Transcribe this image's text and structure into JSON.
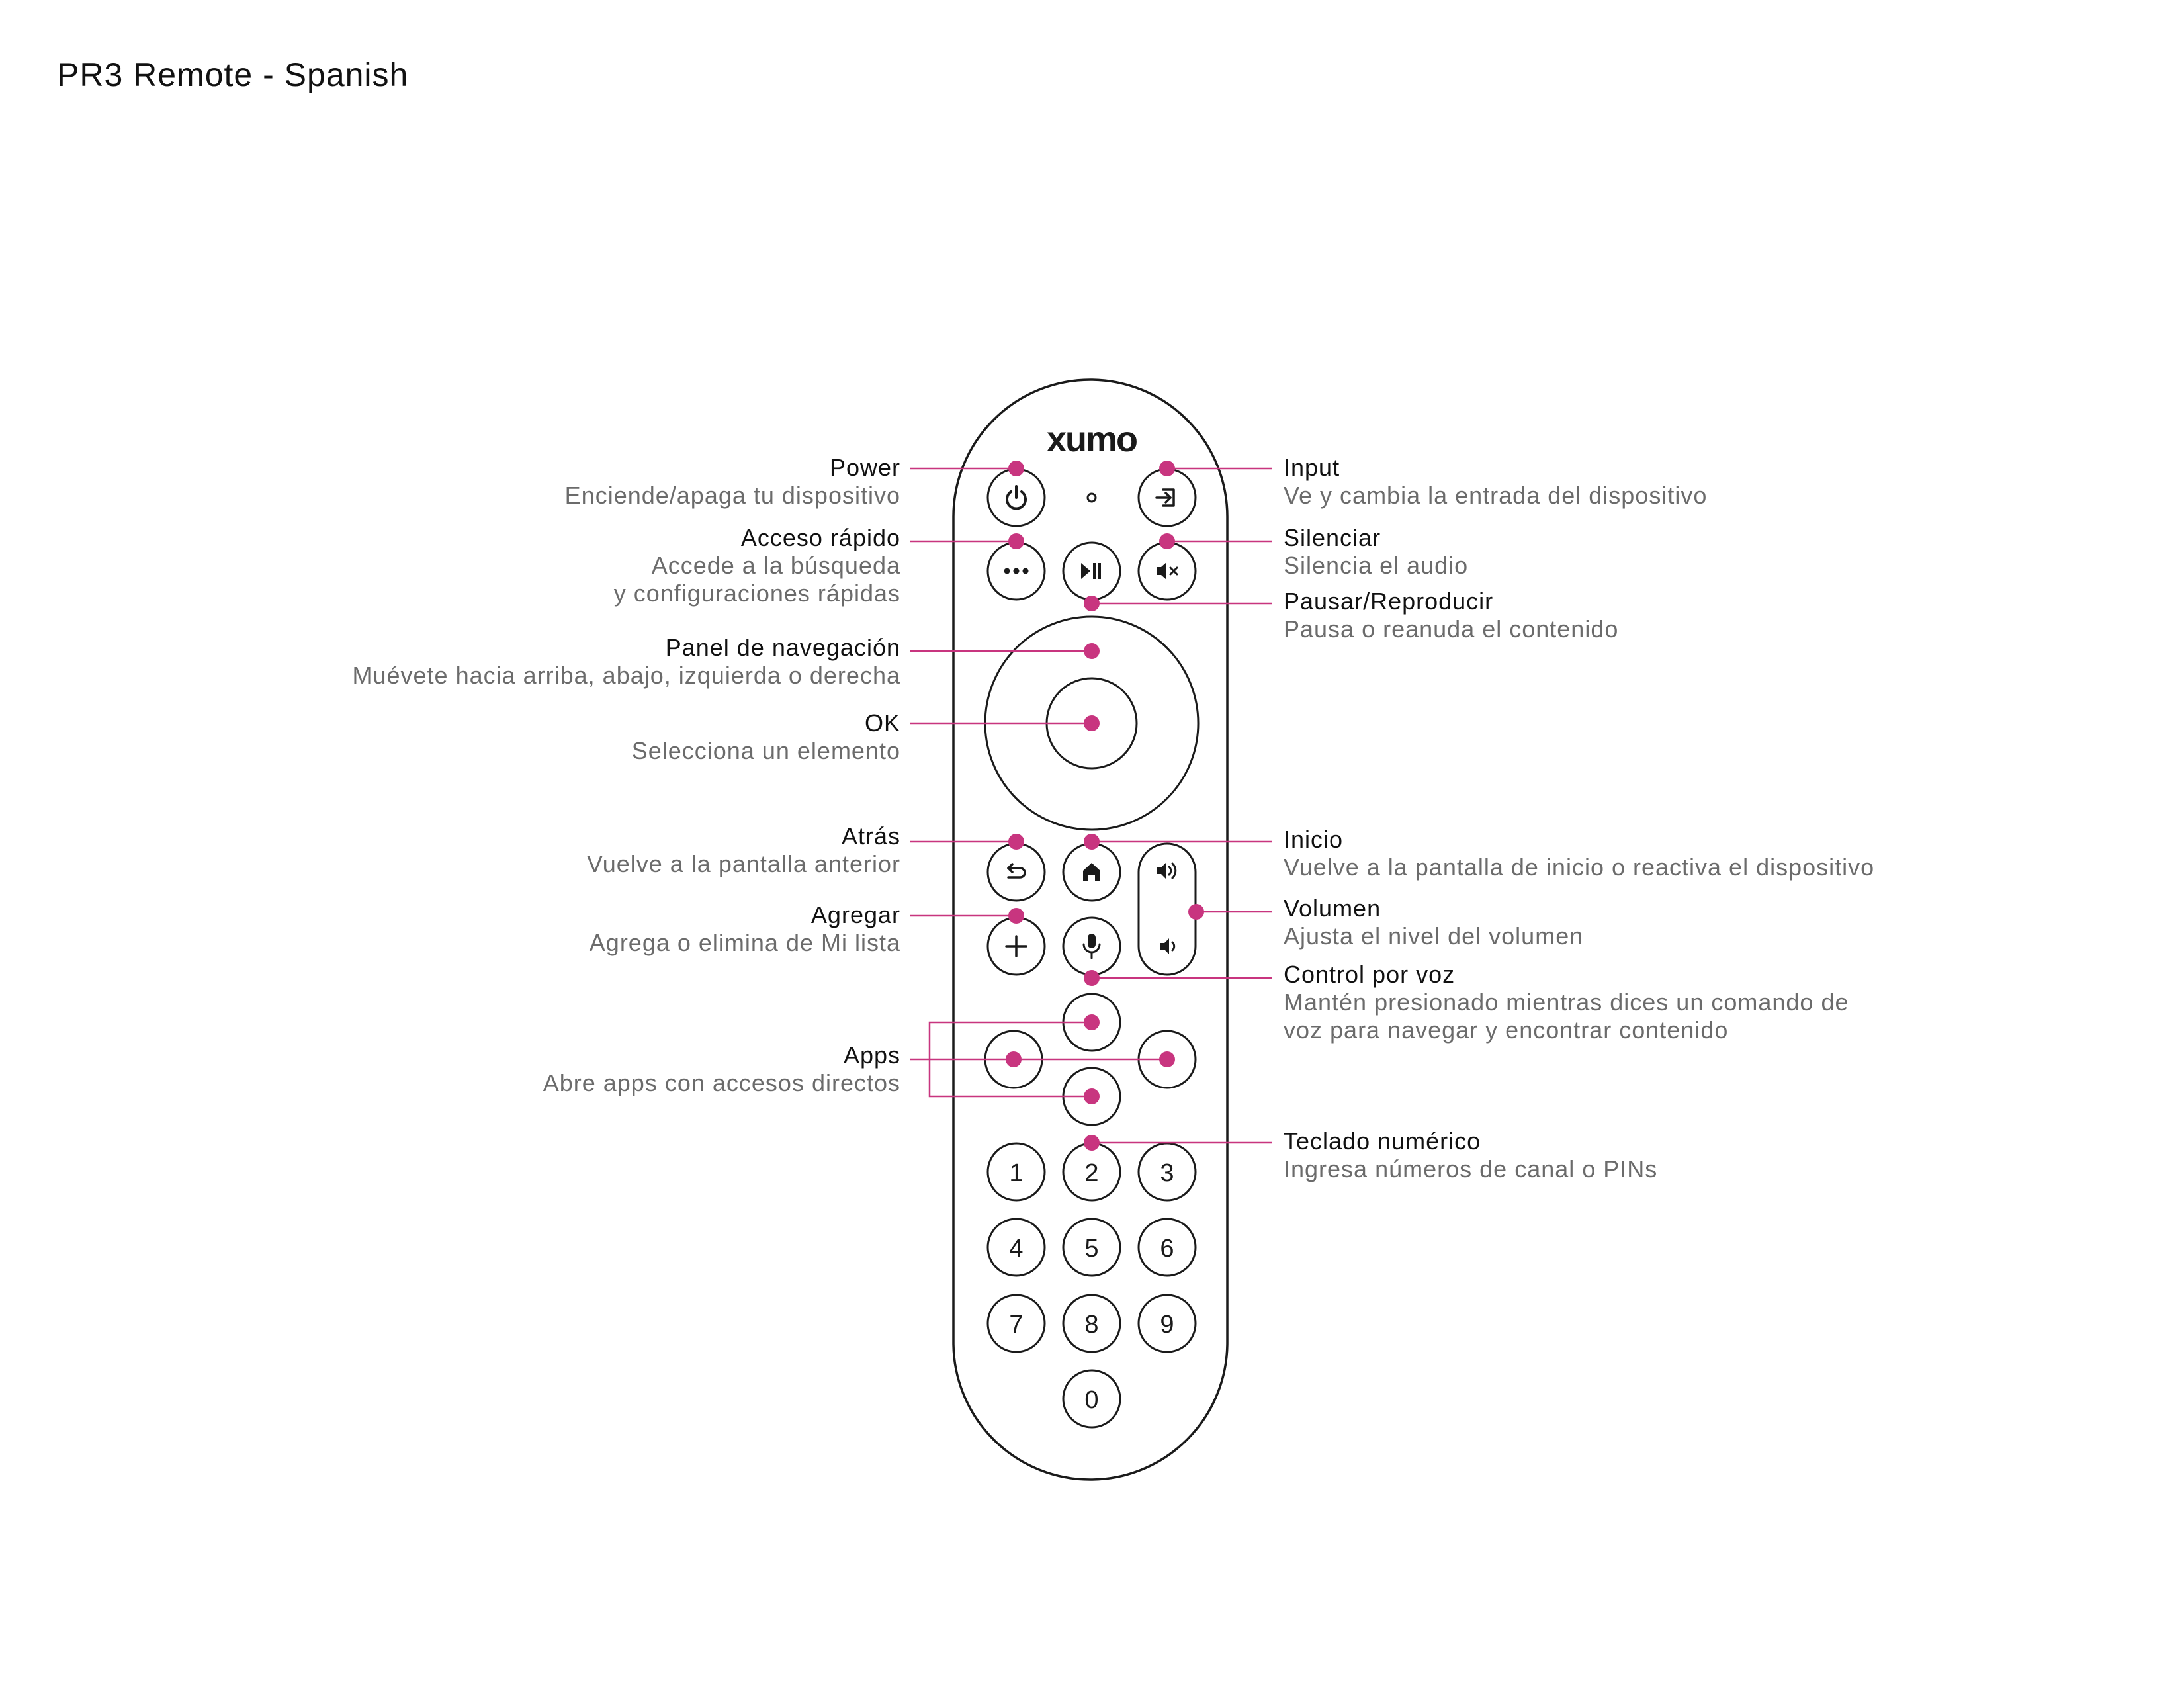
{
  "page": {
    "title": "PR3 Remote - Spanish"
  },
  "brand": {
    "logo_text": "xumo"
  },
  "colors": {
    "accent": "#c8357f",
    "outline": "#1a1a1a",
    "title_text": "#111111",
    "desc_text": "#6b6b6b"
  },
  "remote": {
    "numpad": [
      {
        "label": "1"
      },
      {
        "label": "2"
      },
      {
        "label": "3"
      },
      {
        "label": "4"
      },
      {
        "label": "5"
      },
      {
        "label": "6"
      },
      {
        "label": "7"
      },
      {
        "label": "8"
      },
      {
        "label": "9"
      },
      {
        "label": "0"
      }
    ],
    "icons": {
      "power": "power-icon",
      "input": "input-icon",
      "quick_access": "more-icon",
      "play_pause": "play-pause-icon",
      "mute": "mute-icon",
      "back": "back-icon",
      "home": "home-icon",
      "add": "plus-icon",
      "voice": "microphone-icon",
      "volume_up": "volume-up-icon",
      "volume_down": "volume-down-icon"
    }
  },
  "callouts": {
    "power": {
      "title": "Power",
      "desc": [
        "Enciende/apaga tu dispositivo"
      ]
    },
    "quick": {
      "title": "Acceso rápido",
      "desc": [
        "Accede a la búsqueda",
        "y configuraciones rápidas"
      ]
    },
    "navpad": {
      "title": "Panel de navegación",
      "desc": [
        "Muévete hacia arriba, abajo, izquierda o derecha"
      ]
    },
    "ok": {
      "title": "OK",
      "desc": [
        "Selecciona un elemento"
      ]
    },
    "back": {
      "title": "Atrás",
      "desc": [
        "Vuelve a la pantalla anterior"
      ]
    },
    "add": {
      "title": "Agregar",
      "desc": [
        "Agrega o elimina de Mi lista"
      ]
    },
    "apps": {
      "title": "Apps",
      "desc": [
        "Abre apps con accesos directos"
      ]
    },
    "input": {
      "title": "Input",
      "desc": [
        "Ve y cambia la entrada del dispositivo"
      ]
    },
    "mute": {
      "title": "Silenciar",
      "desc": [
        "Silencia el audio"
      ]
    },
    "play_pause": {
      "title": "Pausar/Reproducir",
      "desc": [
        "Pausa o reanuda el contenido"
      ]
    },
    "home": {
      "title": "Inicio",
      "desc": [
        "Vuelve a la pantalla de inicio o reactiva el dispositivo"
      ]
    },
    "volume": {
      "title": "Volumen",
      "desc": [
        "Ajusta el nivel del volumen"
      ]
    },
    "voice": {
      "title": "Control por voz",
      "desc": [
        "Mantén presionado mientras dices un comando de",
        "voz para navegar y encontrar contenido"
      ]
    },
    "numpad": {
      "title": "Teclado numérico",
      "desc": [
        "Ingresa números de canal o PINs"
      ]
    }
  }
}
